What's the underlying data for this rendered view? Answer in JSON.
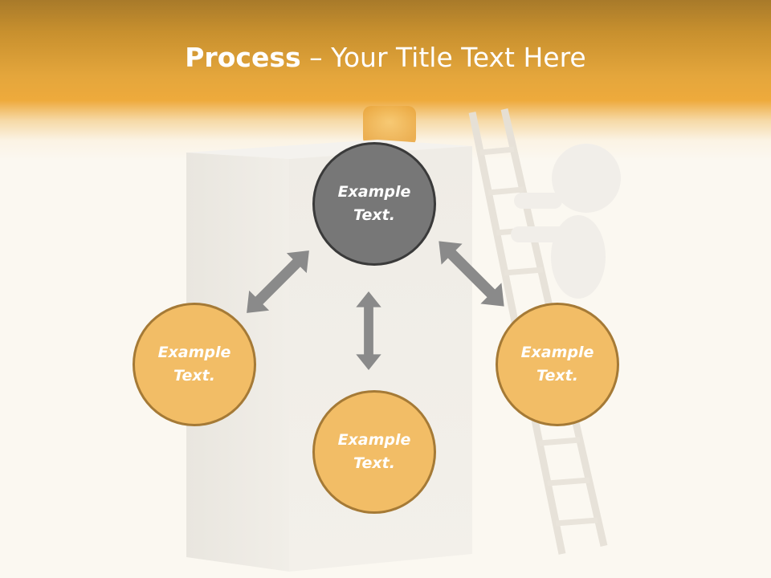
{
  "slide": {
    "title_bold": "Process",
    "title_rest": " – Your Title Text Here"
  },
  "colors": {
    "header": "#e4a63c",
    "node_fill": "#f2bd66",
    "node_border": "#a57a36",
    "center_fill": "#777777",
    "arrow": "#8a8a8a"
  },
  "nodes": {
    "top": {
      "line1": "Example",
      "line2": "Text."
    },
    "left": {
      "line1": "Example",
      "line2": "Text."
    },
    "bottom": {
      "line1": "Example",
      "line2": "Text."
    },
    "right": {
      "line1": "Example",
      "line2": "Text."
    }
  },
  "icons": [
    "double-arrow-icon"
  ]
}
